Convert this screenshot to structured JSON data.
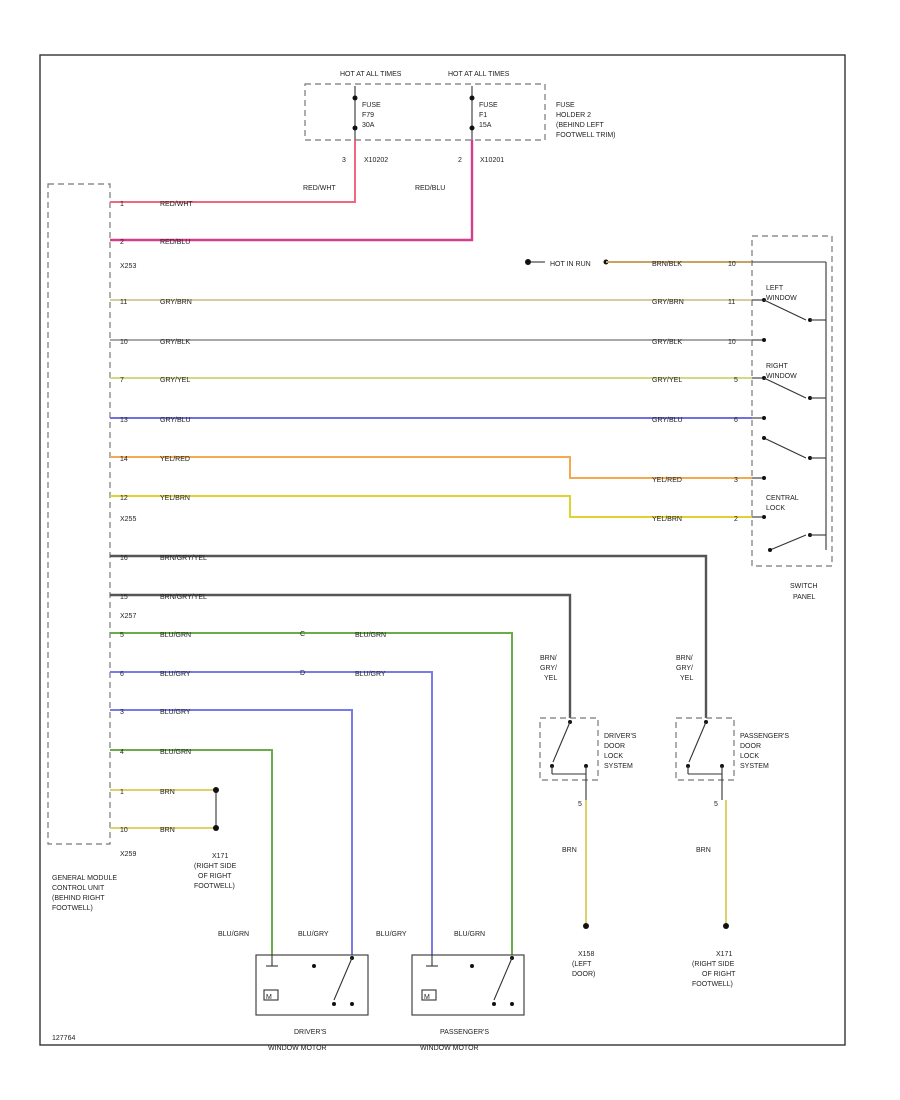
{
  "colors": {
    "red_wht": "#f06880",
    "red_blu": "#d83c8c",
    "gry_brn": "#d8cc9c",
    "gry_blk": "#a8a8a8",
    "gry_yel": "#d4d880",
    "gry_blu": "#7070e0",
    "yel_red": "#f4a850",
    "yel_brn": "#e0d230",
    "brn_blk": "#c8a260",
    "brn_gry_yel": "#555555",
    "blu_grn": "#6aac4a",
    "blu_gry": "#7a7ae8",
    "brn_ground": "#e0d06a"
  },
  "fuse": {
    "hot1": "HOT AT ALL TIMES",
    "hot2": "HOT AT ALL TIMES",
    "fuse1_line1": "FUSE",
    "fuse1_line2": "F79",
    "fuse1_line3": "30A",
    "fuse2_line1": "FUSE",
    "fuse2_line2": "F1",
    "fuse2_line3": "15A",
    "holder_line1": "FUSE",
    "holder_line2": "HOLDER 2",
    "holder_line3": "(BEHIND LEFT",
    "holder_line4": "FOOTWELL TRIM)",
    "pin1": "3",
    "conn1": "X10202",
    "pin2": "2",
    "conn2": "X10201",
    "wire1": "RED/WHT",
    "wire2": "RED/BLU"
  },
  "gm": {
    "connector_a": "X253",
    "connector_b": "X255",
    "connector_c": "X257",
    "connector_d": "X259",
    "label_line1": "GENERAL MODULE",
    "label_line2": "CONTROL UNIT",
    "label_line3": "(BEHIND RIGHT",
    "label_line4": "FOOTWELL)"
  },
  "wires": {
    "w1_pin": "1",
    "w1_label": "RED/WHT",
    "w2_pin": "2",
    "w2_label": "RED/BLU",
    "w3_pin": "11",
    "w3_label": "GRY/BRN",
    "w3_right": "GRY/BRN",
    "w3_rpin": "11",
    "w4_pin": "10",
    "w4_label": "GRY/BLK",
    "w4_right": "GRY/BLK",
    "w4_rpin": "10",
    "w5_pin": "7",
    "w5_label": "GRY/YEL",
    "w5_right": "GRY/YEL",
    "w5_rpin": "5",
    "w6_pin": "13",
    "w6_label": "GRY/BLU",
    "w6_right": "GRY/BLU",
    "w6_rpin": "6",
    "w7_pin": "14",
    "w7_label": "YEL/RED",
    "w7_right": "YEL/RED",
    "w7_rpin": "3",
    "w8_pin": "12",
    "w8_label": "YEL/BRN",
    "w8_right": "YEL/BRN",
    "w8_rpin": "2",
    "w9_pin": "16",
    "w9_label": "BRN/GRY/YEL",
    "w10_pin": "15",
    "w10_label": "BRN/GRY/YEL",
    "w11_pin": "5",
    "w11_label": "BLU/GRN",
    "w11_mid": "BLU/GRN",
    "w12_pin": "6",
    "w12_label": "BLU/GRY",
    "w12_mid": "BLU/GRY",
    "w13_pin": "3",
    "w13_label": "BLU/GRY",
    "w14_pin": "4",
    "w14_label": "BLU/GRN",
    "w15_pin": "1",
    "w15_label": "BRN",
    "w16_pin": "10",
    "w16_label": "BRN",
    "splice_c": "C",
    "splice_d": "D"
  },
  "switch_panel": {
    "hot_label": "HOT IN RUN",
    "top_wire": "BRN/BLK",
    "top_pin": "10",
    "left_line1": "LEFT",
    "left_line2": "WINDOW",
    "right_line1": "RIGHT",
    "right_line2": "WINDOW",
    "central_line1": "CENTRAL",
    "central_line2": "LOCK",
    "label_line1": "SWITCH",
    "label_line2": "PANEL"
  },
  "lock_left": {
    "wire_l1": "BRN/",
    "wire_l2": "GRY/",
    "wire_l3": "YEL",
    "name1": "DRIVER'S",
    "name2": "DOOR",
    "name3": "LOCK",
    "name4": "SYSTEM",
    "pin": "5",
    "ground_wire": "BRN",
    "ground1": "X158",
    "ground2": "(LEFT",
    "ground3": "DOOR)"
  },
  "lock_right": {
    "wire_l1": "BRN/",
    "wire_l2": "GRY/",
    "wire_l3": "YEL",
    "name1": "PASSENGER'S",
    "name2": "DOOR",
    "name3": "LOCK",
    "name4": "SYSTEM",
    "pin": "5",
    "ground_wire": "BRN",
    "ground1": "X171",
    "ground2": "(RIGHT SIDE",
    "ground3": "OF RIGHT",
    "ground4": "FOOTWELL)"
  },
  "ground_gm": {
    "line1": "X171",
    "line2": "(RIGHT SIDE",
    "line3": "OF RIGHT",
    "line4": "FOOTWELL)"
  },
  "motors": {
    "driver_wire_a": "BLU/GRN",
    "driver_wire_b": "BLU/GRY",
    "driver_name1": "DRIVER'S",
    "driver_name2": "WINDOW MOTOR",
    "pass_wire_a": "BLU/GRY",
    "pass_wire_b": "BLU/GRN",
    "pass_name1": "PASSENGER'S",
    "pass_name2": "WINDOW MOTOR",
    "m_symbol": "M"
  },
  "footer_code": "127764"
}
